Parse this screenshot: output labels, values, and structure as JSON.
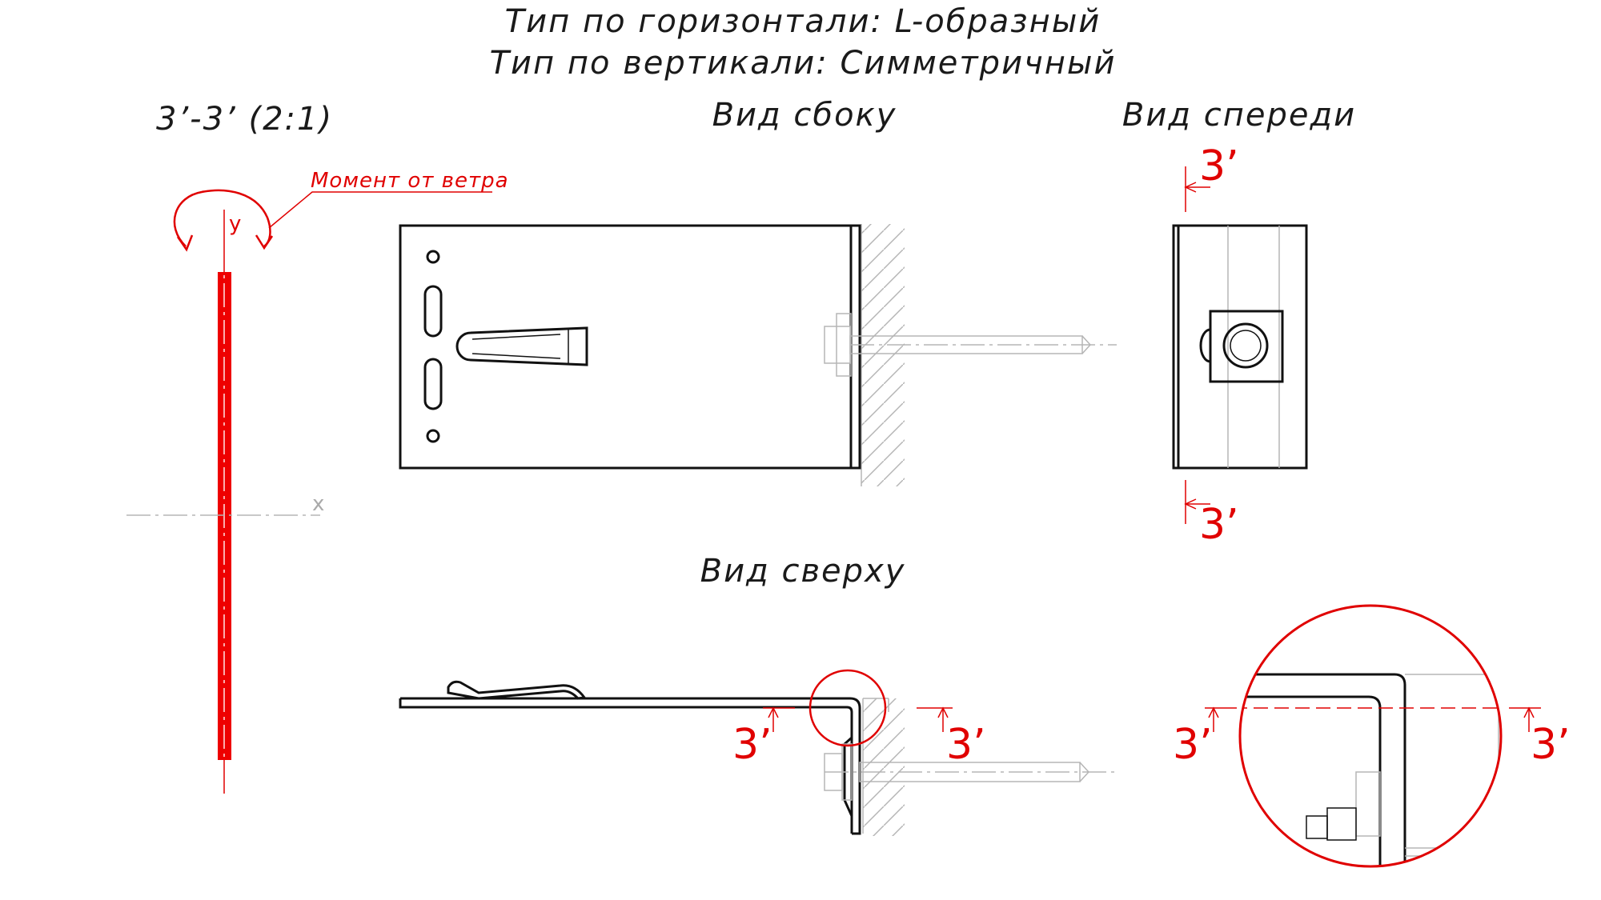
{
  "header": {
    "line1": "Тип по горизонтали: L-образный",
    "line2": "Тип по вертикали: Симметричный"
  },
  "section": {
    "title": "3’-3’ (2:1)",
    "moment_label": "Момент от ветра",
    "axis_x": "x",
    "axis_y": "y"
  },
  "views": {
    "side": "Вид сбоку",
    "front": "Вид спереди",
    "top": "Вид сверху"
  },
  "section_marks": {
    "label": "3’"
  },
  "colors": {
    "line": "#111111",
    "section": "#e00000",
    "hidden": "#b5b5b5"
  }
}
